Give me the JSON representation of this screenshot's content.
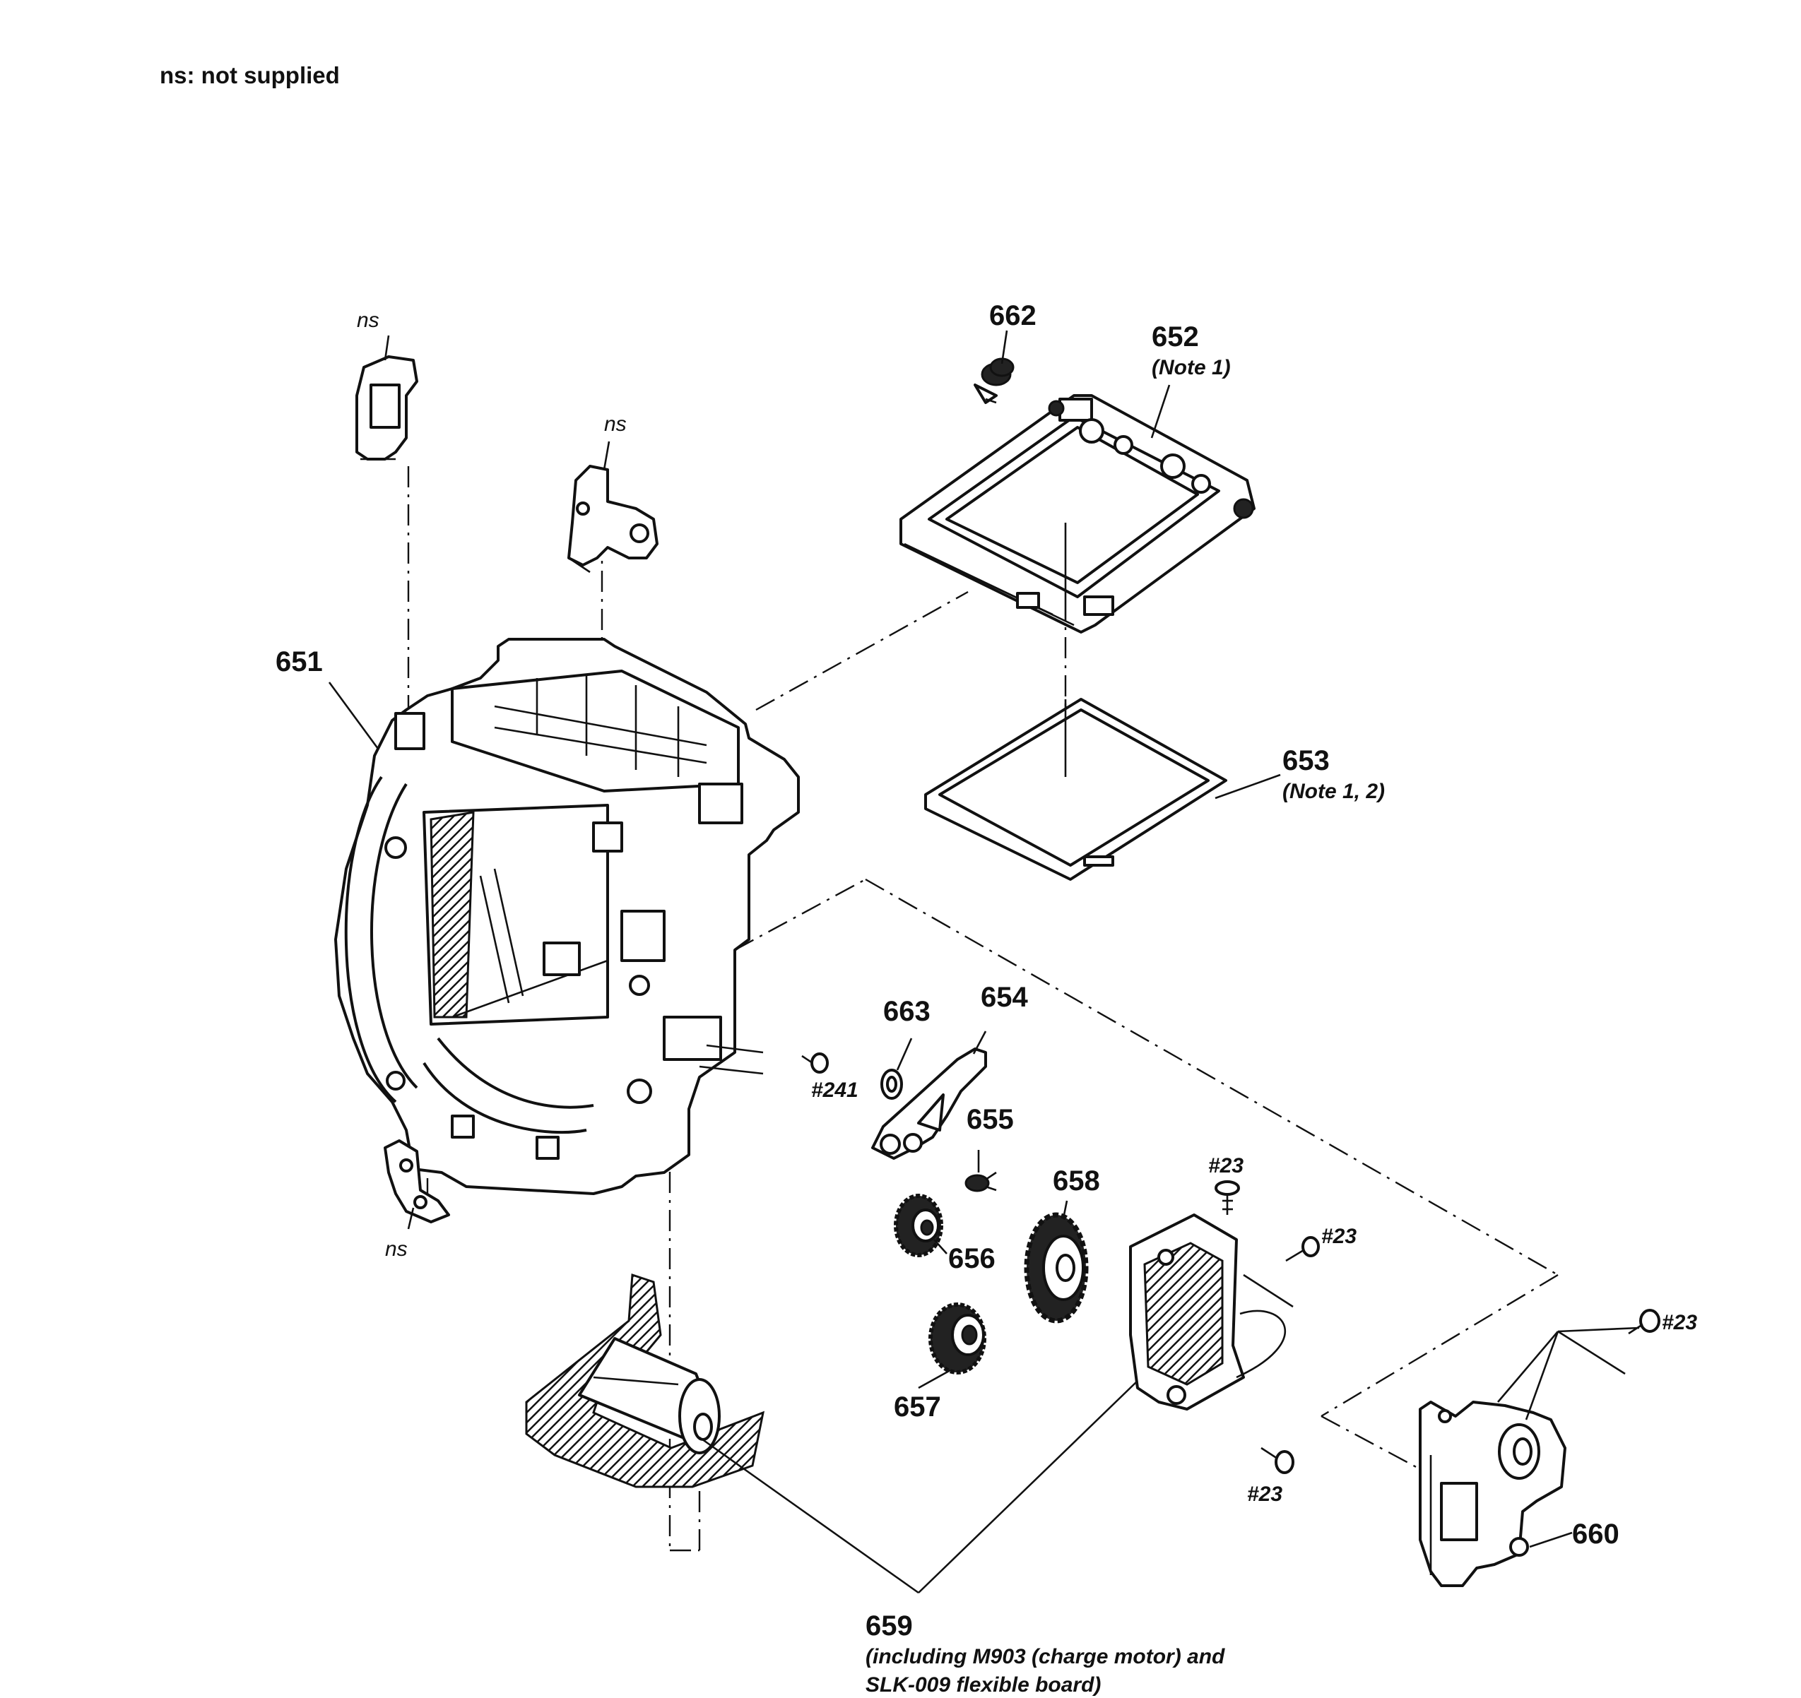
{
  "header": {
    "legend_note": "ns: not supplied"
  },
  "labels": {
    "p651": "651",
    "p652": "652",
    "p652_note": "(Note 1)",
    "p653": "653",
    "p653_note": "(Note 1, 2)",
    "p654": "654",
    "p655": "655",
    "p656": "656",
    "p657": "657",
    "p658": "658",
    "p659": "659",
    "p659_desc_1": "(including M903 (charge motor) and",
    "p659_desc_2": "SLK-009 flexible board)",
    "p660": "660",
    "p662": "662",
    "p663": "663",
    "ns": "ns",
    "screw_241": "#241",
    "screw_23": "#23"
  }
}
